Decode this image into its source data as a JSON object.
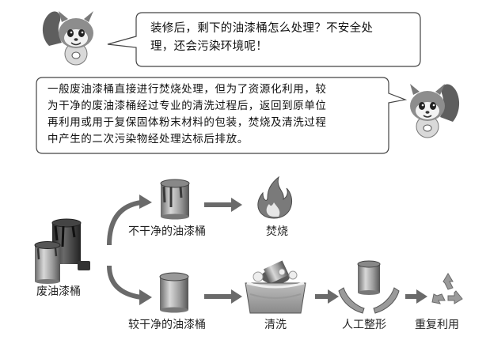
{
  "bubble_question": {
    "line1": "装修后，剩下的油漆桶怎么处理？不安全处",
    "line2": "理，还会污染环境呢！"
  },
  "bubble_answer": {
    "line1": "一般废油漆桶直接进行焚烧处理，但为了资源化利用，较",
    "line2": "为干净的废油漆桶经过专业的清洗过程后，返回到原单位",
    "line3": "再利用或用于复保固体粉末材料的包装，焚烧及清洗过程",
    "line4": "中产生的二次污染物经处理达标后排放。"
  },
  "flow": {
    "source_label": "废油漆桶",
    "dirty_label": "不干净的油漆桶",
    "burn_label": "焚烧",
    "clean_label": "较干净的油漆桶",
    "wash_label": "清洗",
    "fix_label": "人工整形",
    "reuse_label": "重复利用"
  },
  "colors": {
    "line": "#333333",
    "arrow": "#666666",
    "can_dark": "#3a3a3a",
    "can_light": "#cfcfcf"
  }
}
